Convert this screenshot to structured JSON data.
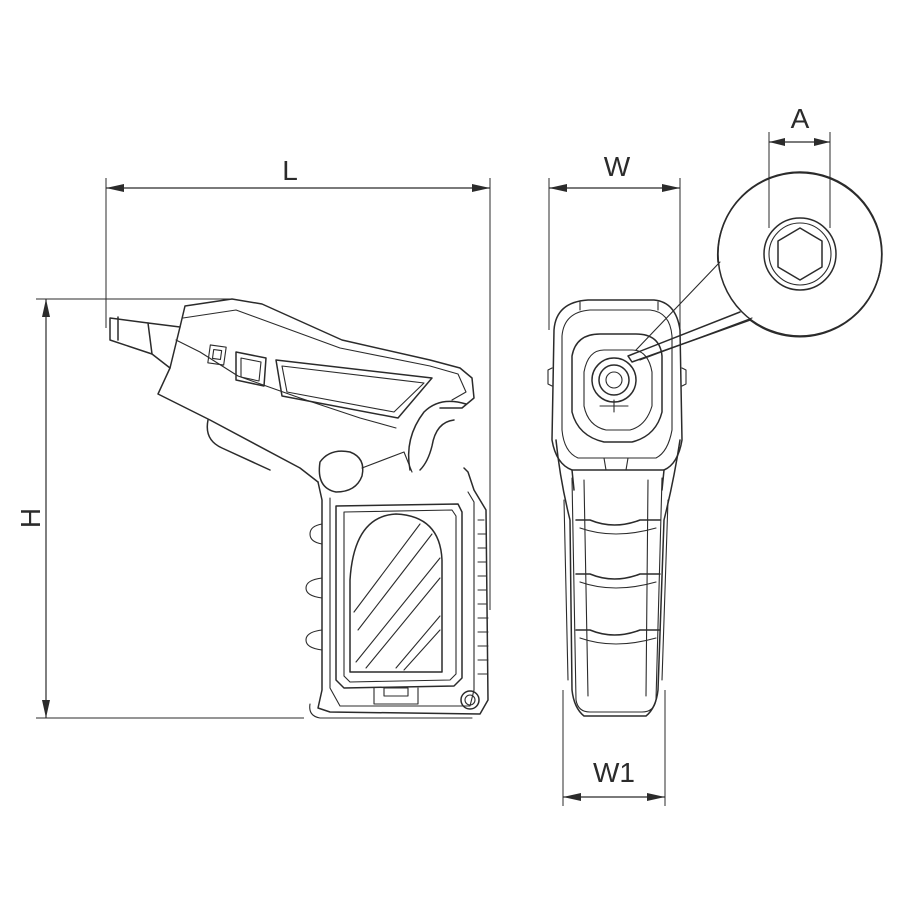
{
  "dimensions": {
    "length": "L",
    "height": "H",
    "width": "W",
    "grip_width": "W1",
    "bit_size": "A"
  }
}
